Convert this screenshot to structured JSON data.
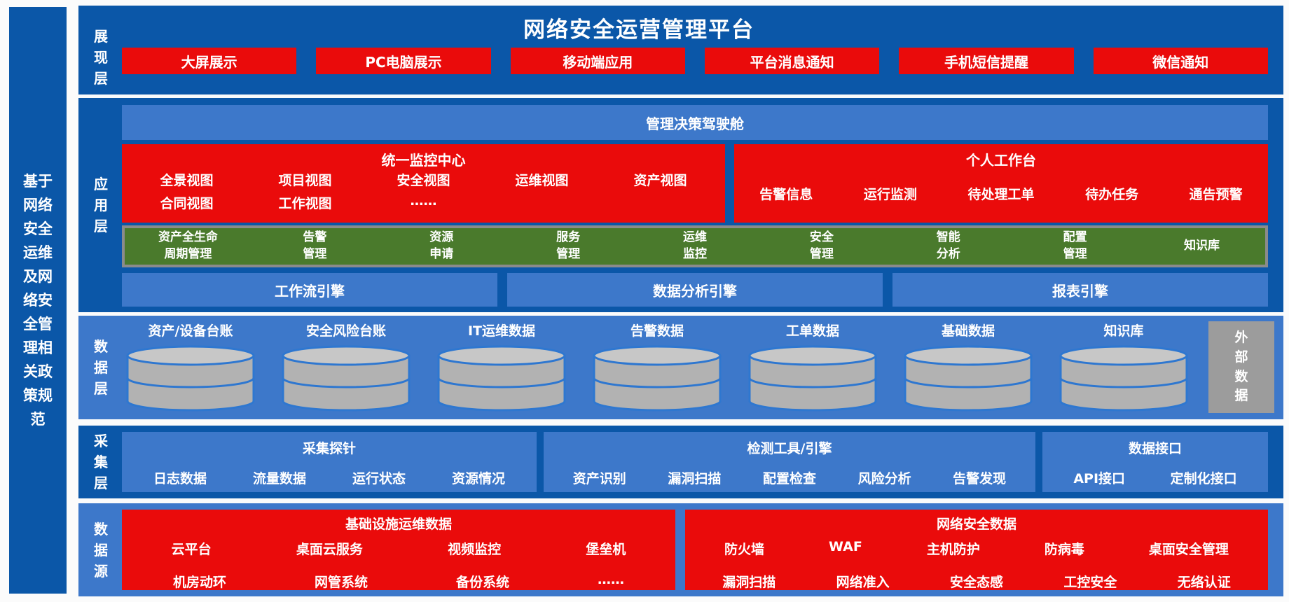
{
  "colors": {
    "dark_blue": "#0b57a8",
    "medium_blue": "#3d78ca",
    "red": "#ea0b0b",
    "green": "#4a7a2c",
    "green_border_gray": "#8b8b8b",
    "cylinder_gray": "#b2b2b2",
    "external_box_gray": "#9c9c9c"
  },
  "sidebar": {
    "text": "基于网络安全运维及网络安全管理相关政策规范"
  },
  "header": {
    "title": "网络安全运营管理平台"
  },
  "presentation": {
    "label": "展现层",
    "buttons": [
      "大屏展示",
      "PC电脑展示",
      "移动端应用",
      "平台消息通知",
      "手机短信提醒",
      "微信通知"
    ]
  },
  "application": {
    "label": "应用层",
    "cockpit": "管理决策驾驶舱",
    "monitor_center": {
      "title": "统一监控中心",
      "row1": [
        "全景视图",
        "项目视图",
        "安全视图",
        "运维视图",
        "资产视图"
      ],
      "row2": [
        "合同视图",
        "工作视图",
        "……"
      ]
    },
    "workbench": {
      "title": "个人工作台",
      "items": [
        "告警信息",
        "运行监测",
        "待处理工单",
        "待办任务",
        "通告预警"
      ]
    },
    "modules": [
      {
        "line1": "资产全生命",
        "line2": "周期管理"
      },
      {
        "line1": "告警",
        "line2": "管理"
      },
      {
        "line1": "资源",
        "line2": "申请"
      },
      {
        "line1": "服务",
        "line2": "管理"
      },
      {
        "line1": "运维",
        "line2": "监控"
      },
      {
        "line1": "安全",
        "line2": "管理"
      },
      {
        "line1": "智能",
        "line2": "分析"
      },
      {
        "line1": "配置",
        "line2": "管理"
      },
      {
        "line1": "知识库",
        "line2": ""
      }
    ],
    "engines": [
      "工作流引擎",
      "数据分析引擎",
      "报表引擎"
    ]
  },
  "data_layer": {
    "label": "数据层",
    "databases": [
      "资产/设备台账",
      "安全风险台账",
      "IT运维数据",
      "告警数据",
      "工单数据",
      "基础数据",
      "知识库"
    ],
    "external": "外部数据"
  },
  "collection": {
    "label": "采集层",
    "groups": [
      {
        "title": "采集探针",
        "items": [
          "日志数据",
          "流量数据",
          "运行状态",
          "资源情况"
        ]
      },
      {
        "title": "检测工具/引擎",
        "items": [
          "资产识别",
          "漏洞扫描",
          "配置检查",
          "风险分析",
          "告警发现"
        ]
      },
      {
        "title": "数据接口",
        "items": [
          "API接口",
          "定制化接口"
        ]
      }
    ]
  },
  "source": {
    "label": "数据源",
    "groups": [
      {
        "title": "基础设施运维数据",
        "row1": [
          "云平台",
          "桌面云服务",
          "视频监控",
          "堡垒机"
        ],
        "row2": [
          "机房动环",
          "网管系统",
          "备份系统",
          "……"
        ]
      },
      {
        "title": "网络安全数据",
        "row1": [
          "防火墙",
          "WAF",
          "主机防护",
          "防病毒",
          "桌面安全管理"
        ],
        "row2": [
          "漏洞扫描",
          "网络准入",
          "安全态感",
          "工控安全",
          "无络认证"
        ]
      }
    ]
  }
}
